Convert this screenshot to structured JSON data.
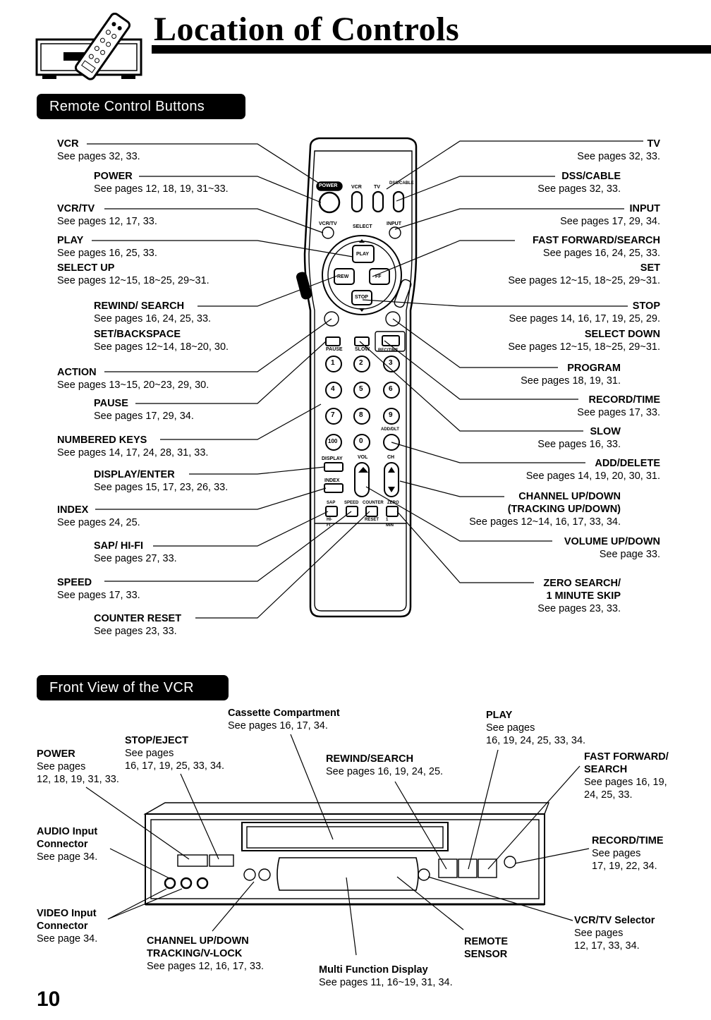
{
  "page": {
    "title": "Location of Controls",
    "page_number": "10"
  },
  "sections": {
    "remote": "Remote Control Buttons",
    "front": "Front View of the VCR"
  },
  "remote_labels": {
    "vcr": {
      "name": "VCR",
      "pages": "See pages 32, 33."
    },
    "power": {
      "name": "POWER",
      "pages": "See pages 12, 18, 19, 31~33."
    },
    "vcrtv": {
      "name": "VCR/TV",
      "pages": "See pages 12, 17, 33."
    },
    "play": {
      "name": "PLAY",
      "pages": "See pages 16, 25, 33."
    },
    "select_up": {
      "name": "SELECT UP",
      "pages": "See pages 12~15, 18~25, 29~31."
    },
    "rewind": {
      "name": "REWIND/ SEARCH",
      "pages": "See pages 16, 24, 25, 33."
    },
    "setback": {
      "name": "SET/BACKSPACE",
      "pages": "See pages 12~14, 18~20, 30."
    },
    "action": {
      "name": "ACTION",
      "pages": "See pages 13~15, 20~23, 29, 30."
    },
    "pause": {
      "name": "PAUSE",
      "pages": "See pages 17, 29, 34."
    },
    "numbered": {
      "name": "NUMBERED KEYS",
      "pages": "See pages 14, 17, 24, 28, 31, 33."
    },
    "display": {
      "name": "DISPLAY/ENTER",
      "pages": "See pages 15, 17, 23, 26, 33."
    },
    "index": {
      "name": "INDEX",
      "pages": "See pages 24, 25."
    },
    "sap": {
      "name": "SAP/ HI-FI",
      "pages": "See pages 27, 33."
    },
    "speed": {
      "name": "SPEED",
      "pages": "See pages 17, 33."
    },
    "counter": {
      "name": "COUNTER RESET",
      "pages": "See pages 23, 33."
    },
    "tv": {
      "name": "TV",
      "pages": "See pages 32, 33."
    },
    "dss": {
      "name": "DSS/CABLE",
      "pages": "See pages 32, 33."
    },
    "input": {
      "name": "INPUT",
      "pages": "See pages 17, 29, 34."
    },
    "ff": {
      "name": "FAST FORWARD/SEARCH",
      "pages": "See pages 16, 24, 25, 33."
    },
    "set": {
      "name": "SET",
      "pages": "See pages 12~15, 18~25, 29~31."
    },
    "stop": {
      "name": "STOP",
      "pages": "See pages 14, 16, 17, 19, 25, 29."
    },
    "select_down": {
      "name": "SELECT DOWN",
      "pages": "See pages 12~15, 18~25, 29~31."
    },
    "program": {
      "name": "PROGRAM",
      "pages": "See pages 18, 19, 31."
    },
    "rectime": {
      "name": "RECORD/TIME",
      "pages": "See pages 17, 33."
    },
    "slow": {
      "name": "SLOW",
      "pages": "See pages 16, 33."
    },
    "adddel": {
      "name": "ADD/DELETE",
      "pages": "See pages 14, 19, 20, 30, 31."
    },
    "channel": {
      "name": "CHANNEL UP/DOWN",
      "sub": "(TRACKING UP/DOWN)",
      "pages": "See pages 12~14, 16, 17, 33, 34."
    },
    "volume": {
      "name": "VOLUME UP/DOWN",
      "pages": "See page 33."
    },
    "zero": {
      "name": "ZERO SEARCH/",
      "sub": "1 MINUTE SKIP",
      "pages": "See pages 23, 33."
    }
  },
  "remote_buttons": {
    "power": "POWER",
    "vcr": "VCR",
    "tv": "TV",
    "dss": "DSS/CABLE",
    "vcrtv": "VCR/TV",
    "input": "INPUT",
    "select": "SELECT",
    "play": "PLAY",
    "rew": "REW",
    "ff": "FF",
    "stop": "STOP",
    "pause": "PAUSE",
    "slow": "SLOW",
    "rectime": "REC/TIME",
    "adddlt": "ADD/DLT",
    "display": "DISPLAY",
    "vol": "VOL",
    "ch": "CH",
    "index": "INDEX",
    "sap": "SAP",
    "speed": "SPEED",
    "counter": "COUNTER",
    "zero": "ZERO",
    "hifi": "HI-FI",
    "reset": "RESET",
    "min": "1 MIN",
    "keys": [
      "1",
      "2",
      "3",
      "4",
      "5",
      "6",
      "7",
      "8",
      "9",
      "100",
      "0"
    ]
  },
  "front_labels": {
    "cassette": {
      "name": "Cassette Compartment",
      "pages": "See pages 16, 17, 34."
    },
    "power": {
      "name": "POWER",
      "pages1": "See pages",
      "pages2": "12, 18, 19, 31, 33."
    },
    "stop_eject": {
      "name": "STOP/EJECT",
      "pages1": "See pages",
      "pages2": "16, 17, 19, 25, 33, 34."
    },
    "rewind": {
      "name": "REWIND/SEARCH",
      "pages": "See pages 16, 19, 24, 25."
    },
    "play": {
      "name": "PLAY",
      "pages1": "See pages",
      "pages2": "16, 19, 24, 25, 33, 34."
    },
    "ff": {
      "name1": "FAST FORWARD/",
      "name2": "SEARCH",
      "pages1": "See pages 16, 19,",
      "pages2": "24, 25, 33."
    },
    "audio": {
      "name1": "AUDIO Input",
      "name2": "Connector",
      "pages": "See page 34."
    },
    "rectime": {
      "name": "RECORD/TIME",
      "pages1": "See pages",
      "pages2": "17, 19, 22, 34."
    },
    "video": {
      "name1": "VIDEO Input",
      "name2": "Connector",
      "pages": "See page 34."
    },
    "channel": {
      "name1": "CHANNEL UP/DOWN",
      "name2": "TRACKING/V-LOCK",
      "pages": "See pages 12, 16, 17, 33."
    },
    "sensor": {
      "name1": "REMOTE",
      "name2": "SENSOR"
    },
    "vcrtv": {
      "name": "VCR/TV Selector",
      "pages1": "See pages",
      "pages2": "12, 17, 33, 34."
    },
    "display": {
      "name": "Multi Function Display",
      "pages": "See pages 11, 16~19, 31, 34."
    }
  }
}
